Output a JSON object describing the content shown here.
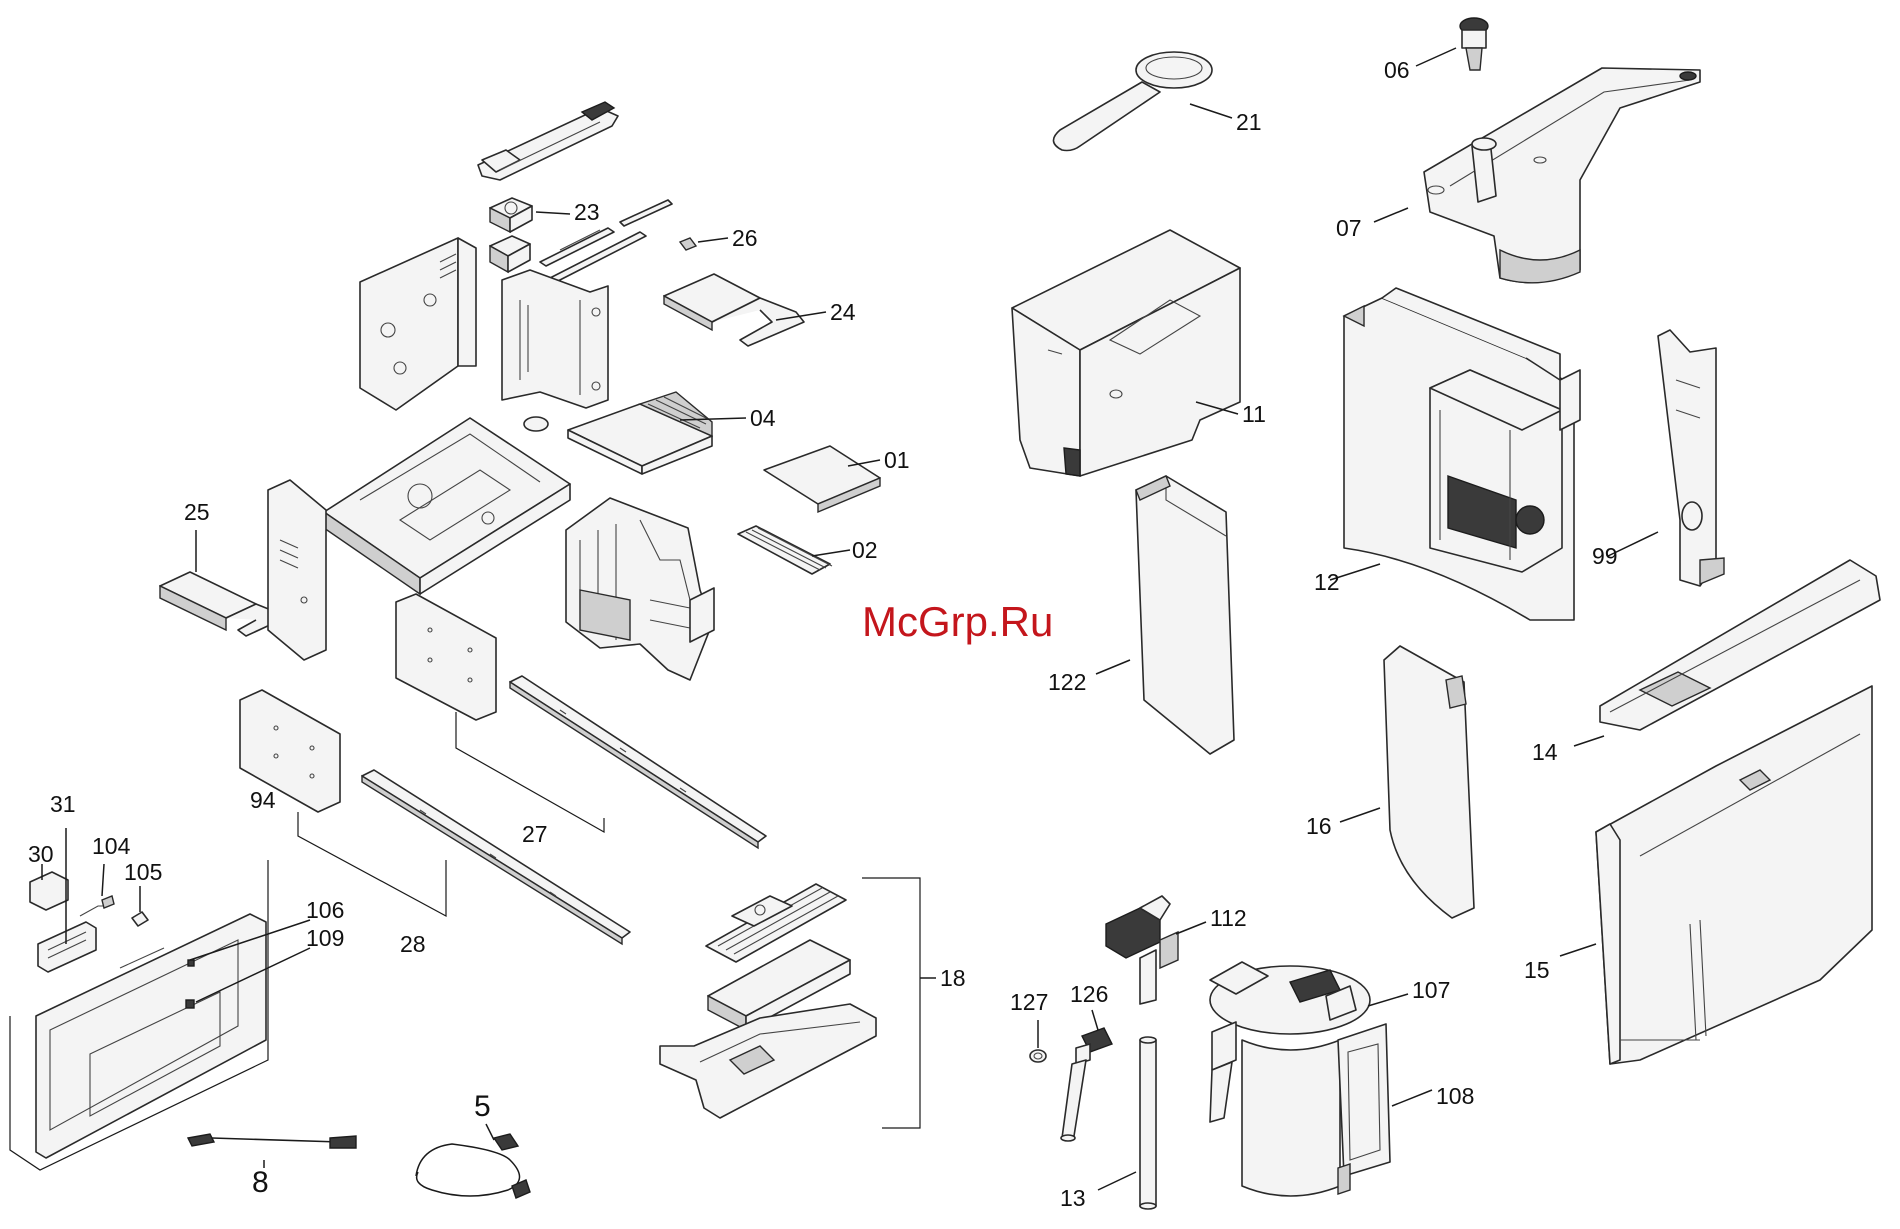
{
  "watermark": "McGrp.Ru",
  "labels": {
    "p01": "01",
    "p02": "02",
    "p04": "04",
    "p05": "5",
    "p06": "06",
    "p07": "07",
    "p08": "8",
    "p11": "11",
    "p12": "12",
    "p13": "13",
    "p14": "14",
    "p15": "15",
    "p16": "16",
    "p18": "18",
    "p21": "21",
    "p23": "23",
    "p24": "24",
    "p25": "25",
    "p26": "26",
    "p27": "27",
    "p28": "28",
    "p30": "30",
    "p31": "31",
    "p94": "94",
    "p99": "99",
    "p104": "104",
    "p105": "105",
    "p106": "106",
    "p107": "107",
    "p108": "108",
    "p109": "109",
    "p112": "112",
    "p122": "122",
    "p126": "126",
    "p127": "127"
  },
  "colors": {
    "watermark": "#c4161c",
    "line": "#1a1a1a"
  }
}
